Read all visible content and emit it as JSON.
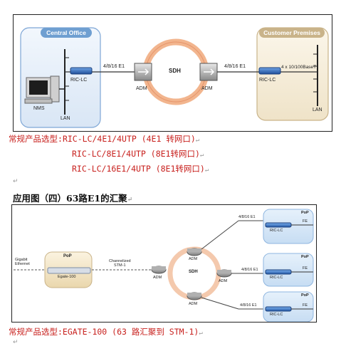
{
  "figure1": {
    "central_office": "Central Office",
    "customer_premises": "Customer Premises",
    "nms": "NMS",
    "lan_left": "LAN",
    "lan_right": "LAN",
    "ric_left": "RIC-LC",
    "ric_right": "RIC-LC",
    "link_left": "4/8/16 E1",
    "link_right": "4/8/16 E1",
    "adm_left": "ADM",
    "adm_right": "ADM",
    "sdh": "SDH",
    "ethernet": "4 x 10/100BaseT"
  },
  "selection1": {
    "prefix": "常规产品选型:",
    "lines": [
      "RIC-LC/4E1/4UTP (4E1 转网口)",
      "RIC-LC/8E1/4UTP (8E1转网口)",
      "RIC-LC/16E1/4UTP (8E1转网口)"
    ]
  },
  "heading2": "应用图（四）63路E1的汇聚",
  "figure2": {
    "gigabit": "Gigabit\nEthernet",
    "pop_main": "PoP",
    "egate": "Egate-100",
    "channelized": "Channelized\nSTM-1",
    "sdh": "SDH",
    "adm": "ADM",
    "link": "4/8/16 E1",
    "pop": "PoP",
    "ric": "RIC-LC",
    "fe": "FE"
  },
  "selection2": {
    "text": "常规产品选型:EGATE-100 (63 路汇聚到 STM-1)"
  },
  "colors": {
    "red": "#c8211e",
    "office_blue": "#6f9fd1",
    "premises_tan": "#c9b389",
    "ring": "#f2b58e"
  },
  "icons": {
    "return_mark": "paragraph-return-icon"
  }
}
